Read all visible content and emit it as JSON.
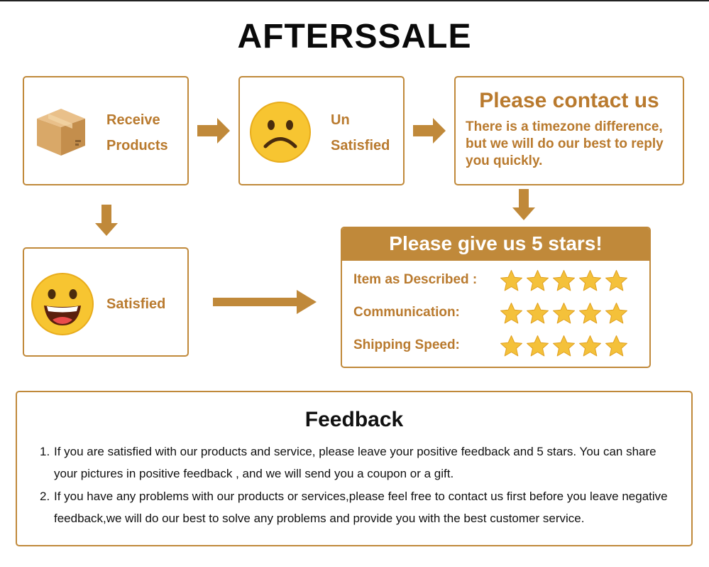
{
  "page": {
    "title": "AFTERSSALE"
  },
  "flow": {
    "receive": {
      "line1": "Receive",
      "line2": "Products",
      "icon": "package-box-icon"
    },
    "unsatisfied": {
      "line1": "Un",
      "line2": "Satisfied",
      "icon": "sad-face-icon"
    },
    "contact": {
      "title": "Please contact us",
      "body": "There is a timezone difference, but we will do our best to reply you quickly."
    },
    "satisfied": {
      "label": "Satisfied",
      "icon": "happy-face-icon"
    }
  },
  "stars_card": {
    "header": "Please give us 5 stars!",
    "rows": [
      {
        "label": "Item as Described :",
        "stars": 5
      },
      {
        "label": "Communication:",
        "stars": 5
      },
      {
        "label": "Shipping Speed:",
        "stars": 5
      }
    ]
  },
  "feedback": {
    "title": "Feedback",
    "items": [
      {
        "num": "1.",
        "text": "If you are satisfied with our products and service, please leave your positive feedback and 5 stars. You can share your pictures in positive feedback , and we will send you a coupon or a gift."
      },
      {
        "num": "2.",
        "text": "If you have any problems with our products or services,please feel free to contact us first before you leave negative feedback,we will do our best to solve any problems and provide you with the best customer service."
      }
    ]
  },
  "colors": {
    "accent": "#c0893a",
    "text_accent": "#b97a2e",
    "emoji": "#f7c531"
  }
}
